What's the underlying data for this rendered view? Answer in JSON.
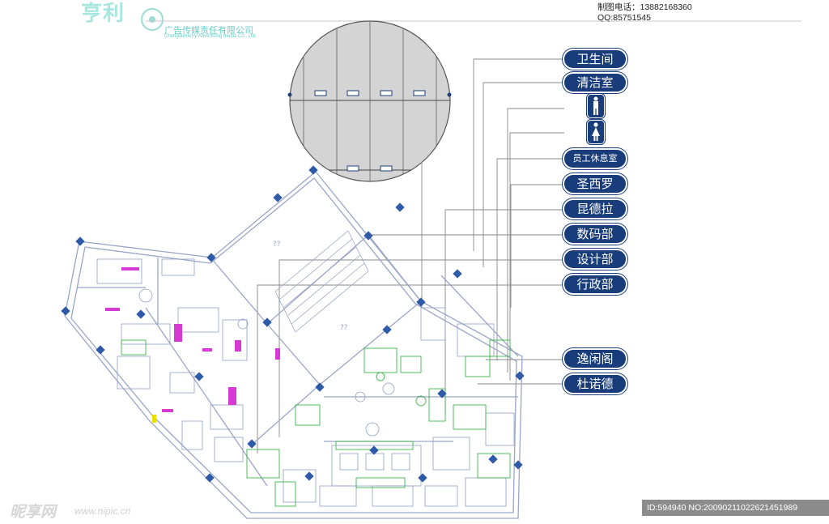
{
  "header": {
    "company_cn": "广告传媒责任有限公司",
    "company_en": "ChengduHenry Advertising media Co., Ltd.",
    "logo_text": "亨利",
    "phone": "制图电话：13882168360",
    "qq": "QQ:85751545"
  },
  "legend": [
    {
      "label": "卫生间",
      "style": "large"
    },
    {
      "label": "清洁室",
      "style": "large"
    },
    {
      "label": "",
      "style": "icon",
      "icon": "male-restroom-icon"
    },
    {
      "label": "",
      "style": "icon",
      "icon": "female-restroom-icon"
    },
    {
      "label": "员工休息室",
      "style": "small"
    },
    {
      "label": "圣西罗",
      "style": "large"
    },
    {
      "label": "昆德拉",
      "style": "large"
    },
    {
      "label": "数码部",
      "style": "large"
    },
    {
      "label": "设计部",
      "style": "large"
    },
    {
      "label": "行政部",
      "style": "large"
    },
    {
      "label": "逸闲阁",
      "style": "large"
    },
    {
      "label": "杜诺德",
      "style": "large"
    }
  ],
  "floorplan_labels": {
    "q1": "??",
    "q2": "??"
  },
  "watermark": {
    "site": "昵享网",
    "url": "www.nipic.cn",
    "image_id": "ID:594940 NO:20090211022621451989"
  },
  "colors": {
    "tag_bg": "#183d7a",
    "plan_line": "#9aa6c6",
    "column": "#2f5aa8",
    "green_detail": "#3cb54a",
    "magenta_text": "#d63ad2",
    "leader": "#7b7b7b",
    "circle_fill": "#d4d4d4"
  }
}
